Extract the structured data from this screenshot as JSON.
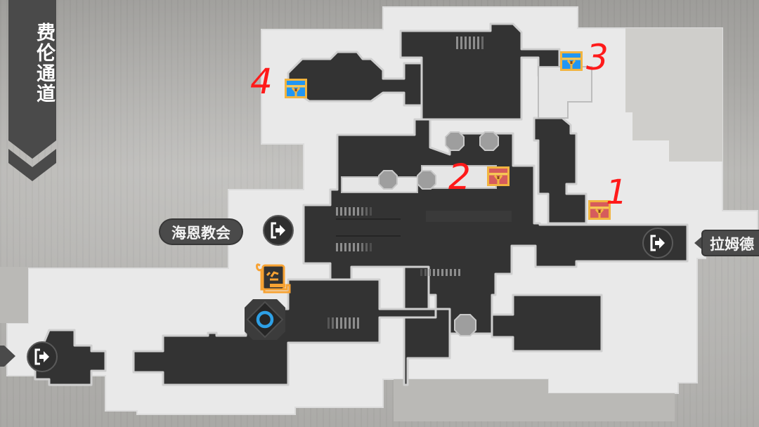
{
  "area": {
    "title": "费伦通道"
  },
  "exits": [
    {
      "label": "海恩教会",
      "icon": "exit-arrow-icon"
    },
    {
      "label": "拉姆德",
      "icon": "exit-arrow-icon"
    },
    {
      "label": "",
      "icon": "exit-arrow-icon"
    }
  ],
  "chests": [
    {
      "number": "1",
      "type": "red",
      "icon": "red-treasure-chest-icon"
    },
    {
      "number": "2",
      "type": "red",
      "icon": "red-treasure-chest-icon"
    },
    {
      "number": "3",
      "type": "blue",
      "icon": "blue-treasure-chest-icon"
    },
    {
      "number": "4",
      "type": "blue",
      "icon": "blue-treasure-chest-icon"
    }
  ],
  "markers": {
    "quest": "quest-scroll-icon",
    "player": "player-position-icon"
  },
  "colors": {
    "floor": "#e8e8e8",
    "wall": "#333333",
    "outline": "#c4c4c4",
    "annotation": "#ff1a1a",
    "quest": "#f7a233",
    "player": "#2ea0e6",
    "red_chest": "#d65c5c",
    "blue_chest": "#2196f3"
  }
}
